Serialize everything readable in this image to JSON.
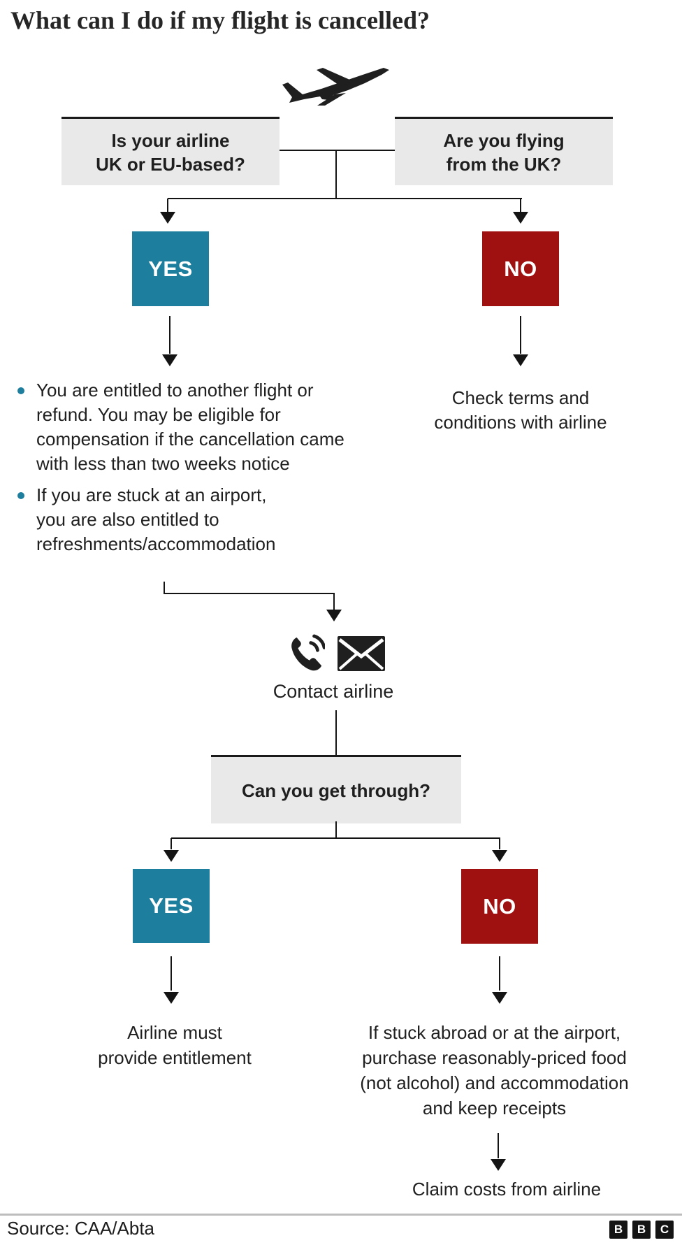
{
  "title": "What can I do if my flight is cancelled?",
  "colors": {
    "yes_box": "#1E7E9E",
    "no_box": "#9F1011",
    "question_box": "#E9E9E9",
    "line": "#141414",
    "text": "#1F1F1F"
  },
  "nodes": {
    "q_left": "Is your airline\nUK or EU-based?",
    "q_right": "Are you flying\nfrom the UK?",
    "yes_label": "YES",
    "no_label": "NO",
    "yes1_bullet1": "You are entitled to another flight or\nrefund. You may be eligible for\ncompensation if the cancellation came\nwith less than two weeks notice",
    "yes1_bullet2": "If you are stuck at an airport,\nyou are also entitled to\nrefreshments/accommodation",
    "no1_result": "Check terms and\nconditions with airline",
    "contact_label": "Contact airline",
    "q2": "Can you get through?",
    "yes2_result": "Airline must\nprovide entitlement",
    "no2_result": "If stuck abroad or at the airport,\npurchase reasonably-priced food\n(not alcohol) and accommodation\nand keep receipts",
    "claim_result": "Claim costs from airline"
  },
  "footer": {
    "source": "Source: CAA/Abta",
    "logo": [
      "B",
      "B",
      "C"
    ]
  }
}
